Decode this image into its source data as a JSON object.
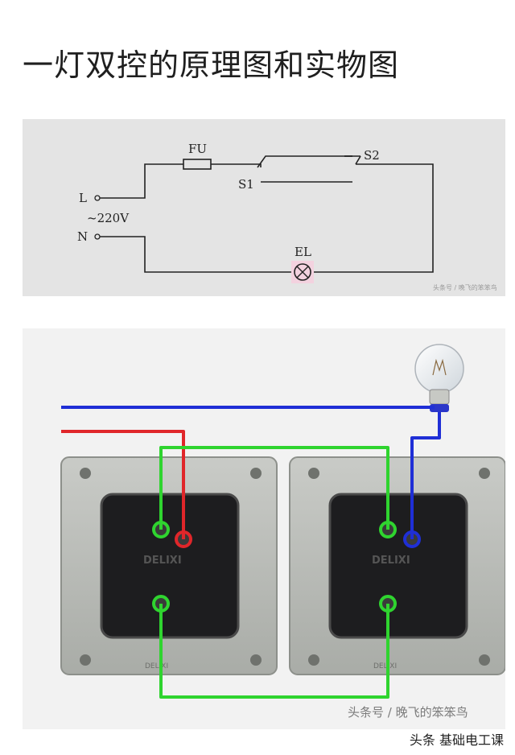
{
  "title": "一灯双控的原理图和实物图",
  "schematic": {
    "labels": {
      "fuse": "FU",
      "switch1": "S1",
      "switch2": "S2",
      "live": "L",
      "neutral": "N",
      "voltage": "~220V",
      "lamp": "EL"
    },
    "watermark": "头条号 / 晚飞的笨笨鸟"
  },
  "photo": {
    "switch_brand": "DELIXI",
    "watermark": "头条号 / 晚飞的笨笨鸟",
    "wire_colors": {
      "neutral": "#1f2fd6",
      "live": "#e0262a",
      "traveler": "#2fd42f"
    }
  },
  "footer": {
    "logo": "头条 基础电工课"
  }
}
